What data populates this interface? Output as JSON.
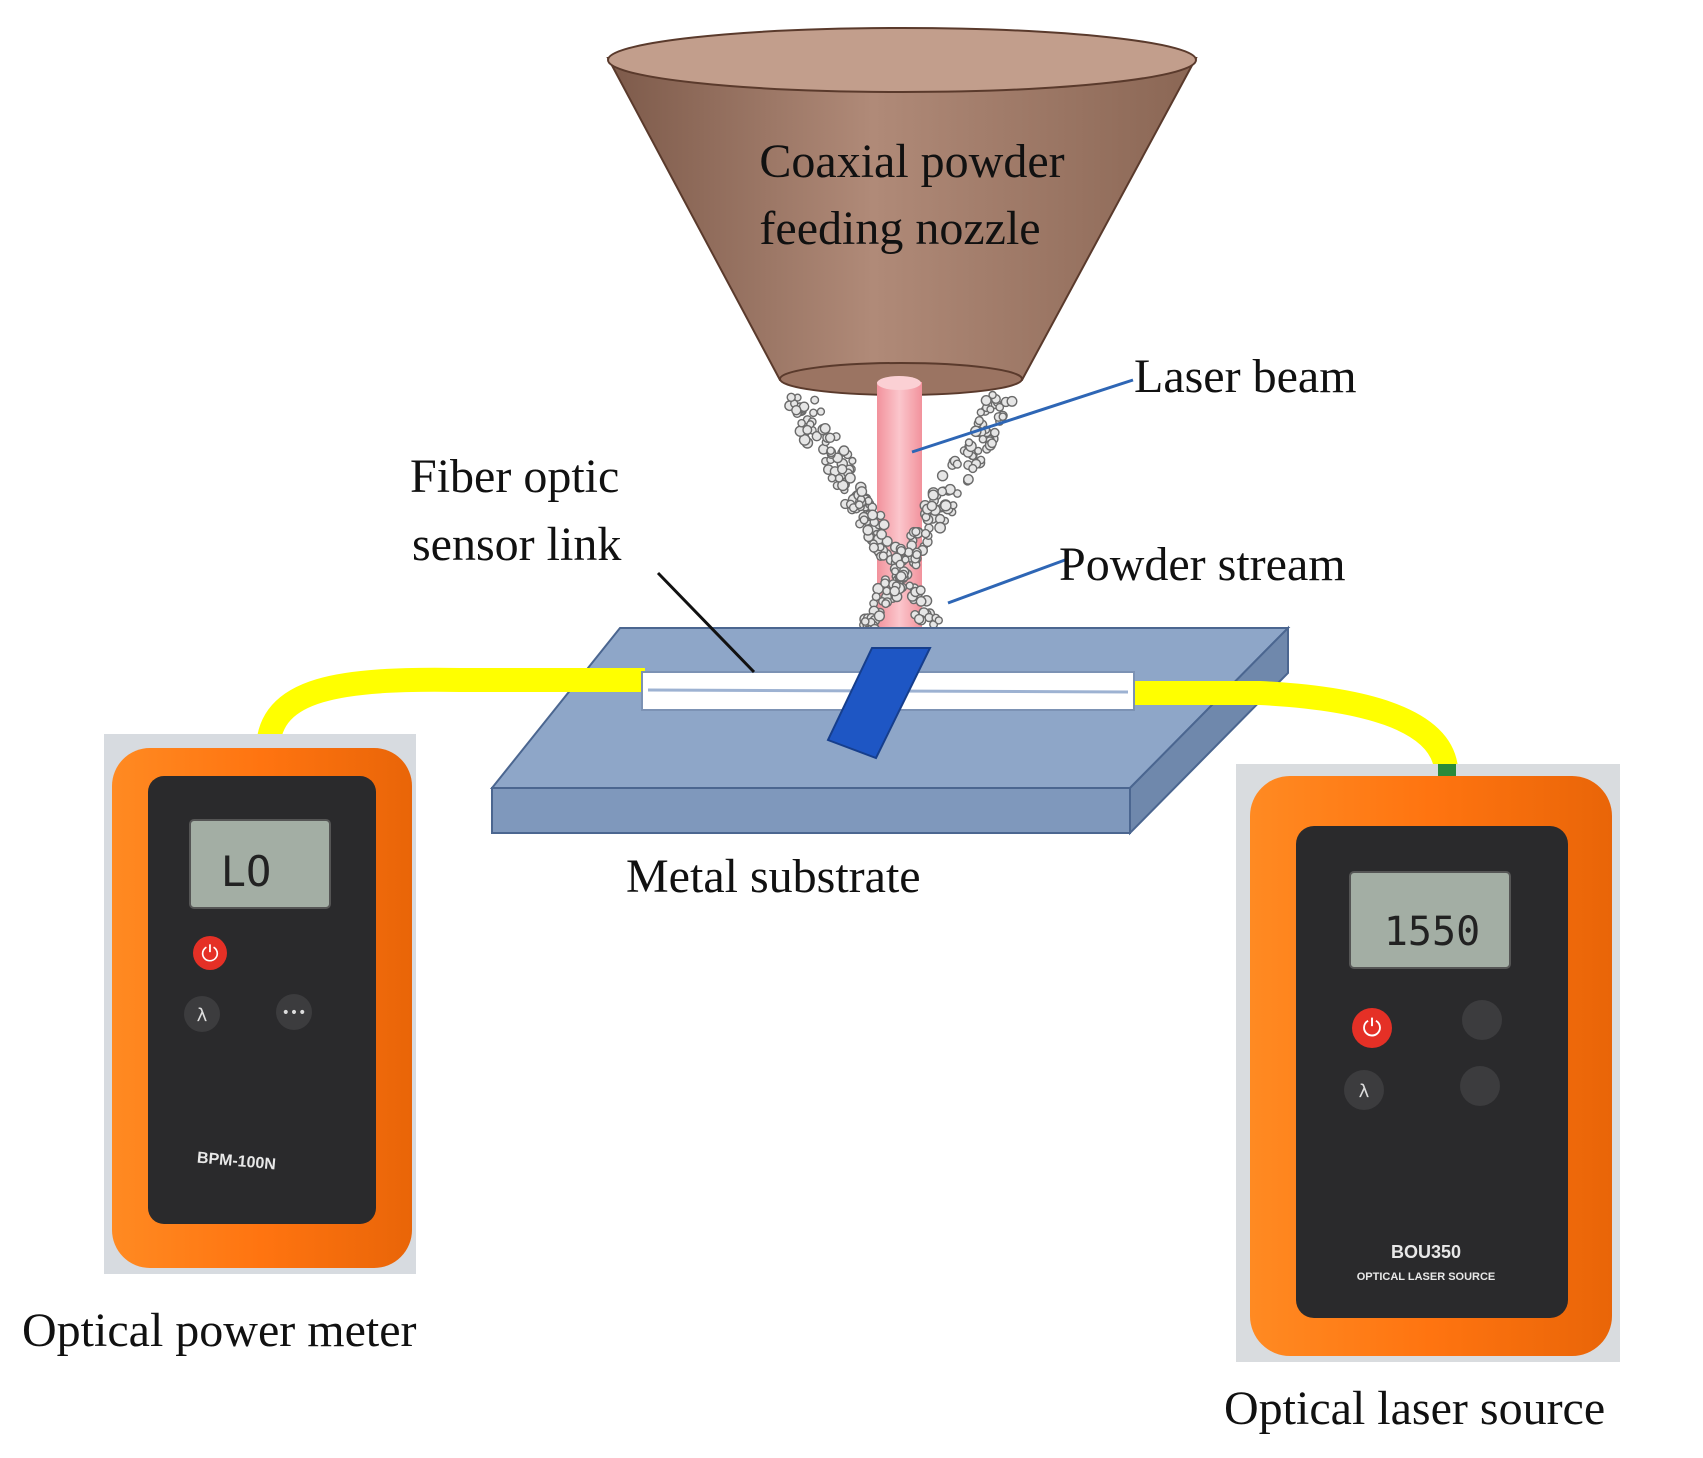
{
  "labels": {
    "nozzle_line1": "Coaxial powder",
    "nozzle_line2": "feeding nozzle",
    "laser_beam": "Laser beam",
    "fiber_line1": "Fiber optic",
    "fiber_line2": "sensor link",
    "powder_stream": "Powder stream",
    "metal_substrate": "Metal substrate",
    "power_meter": "Optical power meter",
    "laser_source": "Optical laser source"
  },
  "devices": {
    "power_meter": {
      "display": "LO",
      "model": "BPM-100N"
    },
    "laser_source": {
      "display": "1550",
      "model": "BOU350",
      "subtitle": "OPTICAL LASER SOURCE"
    }
  },
  "colors": {
    "nozzle": "#a27a68",
    "laser_beam": "#f4a0a8",
    "substrate": "#8ea6c8",
    "fiber_cable": "#ffff00",
    "sensor_patch": "#1e56c4",
    "leader_line": "#2e66b5",
    "device_housing": "#ff7a12",
    "lcd_screen": "#a3aea4"
  },
  "icons": [
    "power-icon",
    "lambda-icon",
    "menu-icon"
  ]
}
